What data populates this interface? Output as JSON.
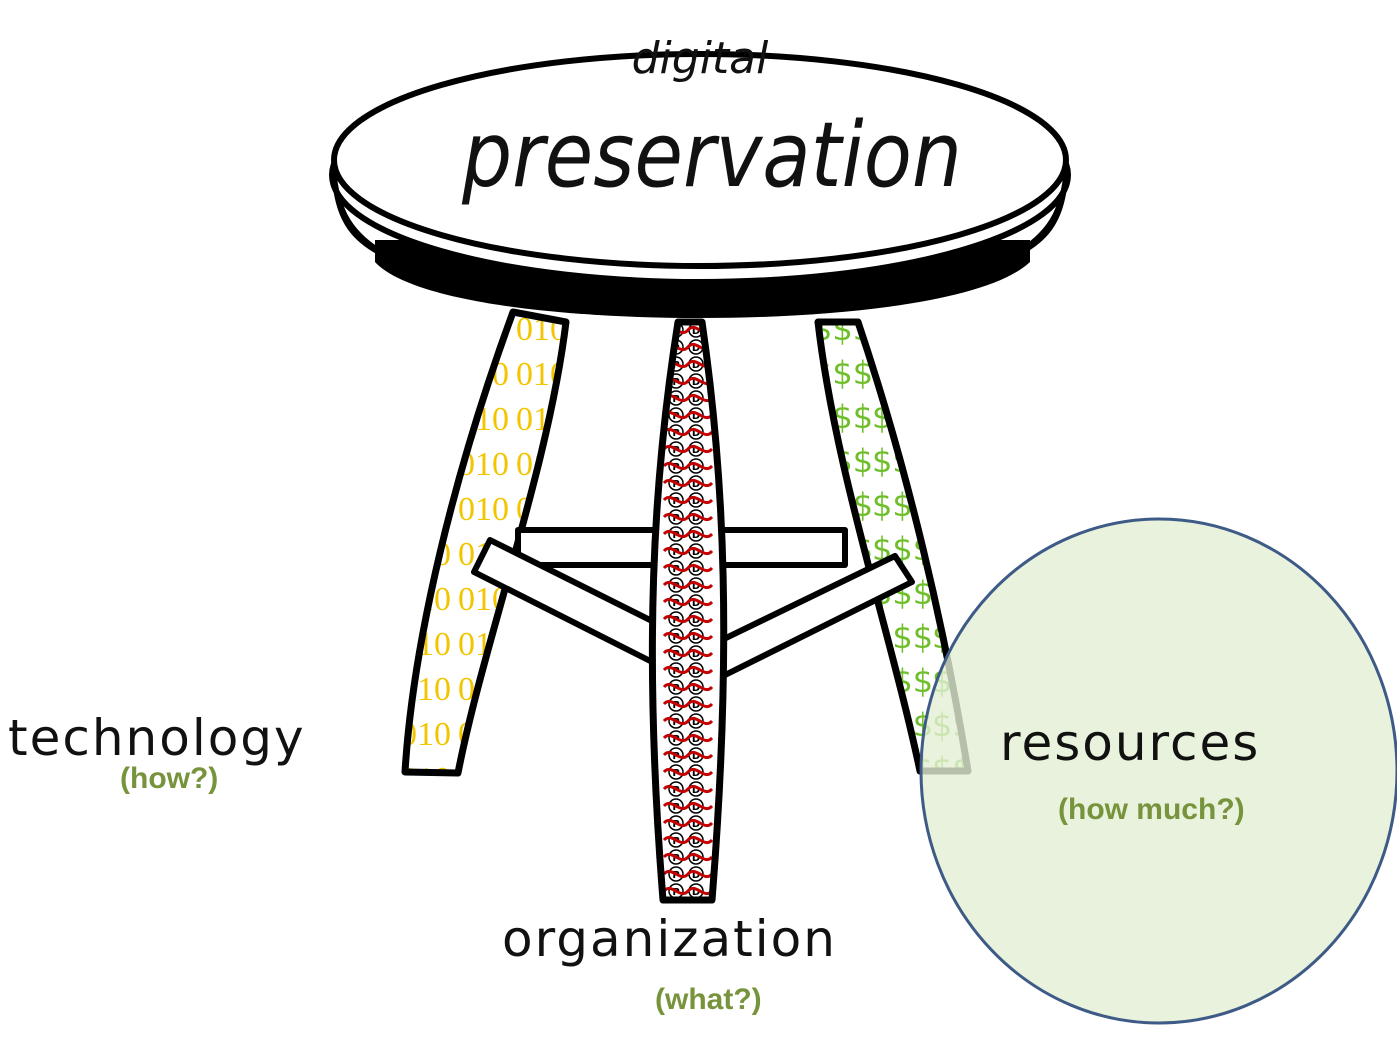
{
  "seat": {
    "line1": "digital",
    "line2": "preservation"
  },
  "legs": {
    "technology": {
      "label": "technology",
      "question": "(how?)",
      "pattern": "010"
    },
    "organization": {
      "label": "organization",
      "question": "(what?)",
      "pattern": "PD"
    },
    "resources": {
      "label": "resources",
      "question": "(how much?)",
      "pattern": "$$$"
    }
  },
  "colors": {
    "technology_pattern": "#f2c500",
    "organization_pattern": "#c40000",
    "resources_pattern": "#6fbf2a",
    "question_text": "#77933c",
    "highlight_fill": "#e2efd3",
    "highlight_stroke": "#3e5a86"
  }
}
